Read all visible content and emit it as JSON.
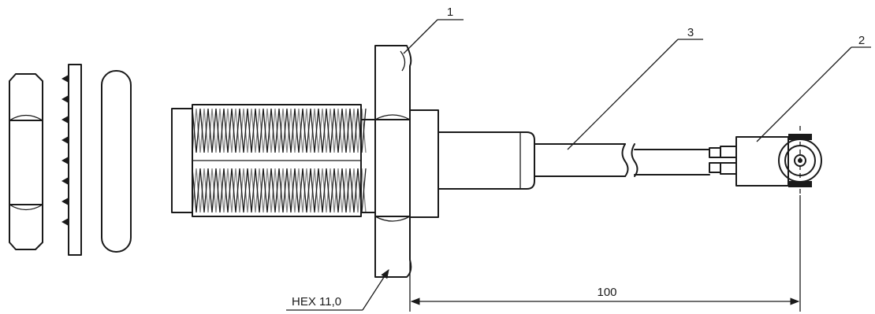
{
  "callouts": {
    "part_1": "1",
    "part_2": "2",
    "part_3": "3"
  },
  "annotations": {
    "hex_size": "HEX 11,0",
    "length_dimension": "100"
  },
  "colors": {
    "line": "#1a1a1a",
    "background": "#ffffff"
  }
}
